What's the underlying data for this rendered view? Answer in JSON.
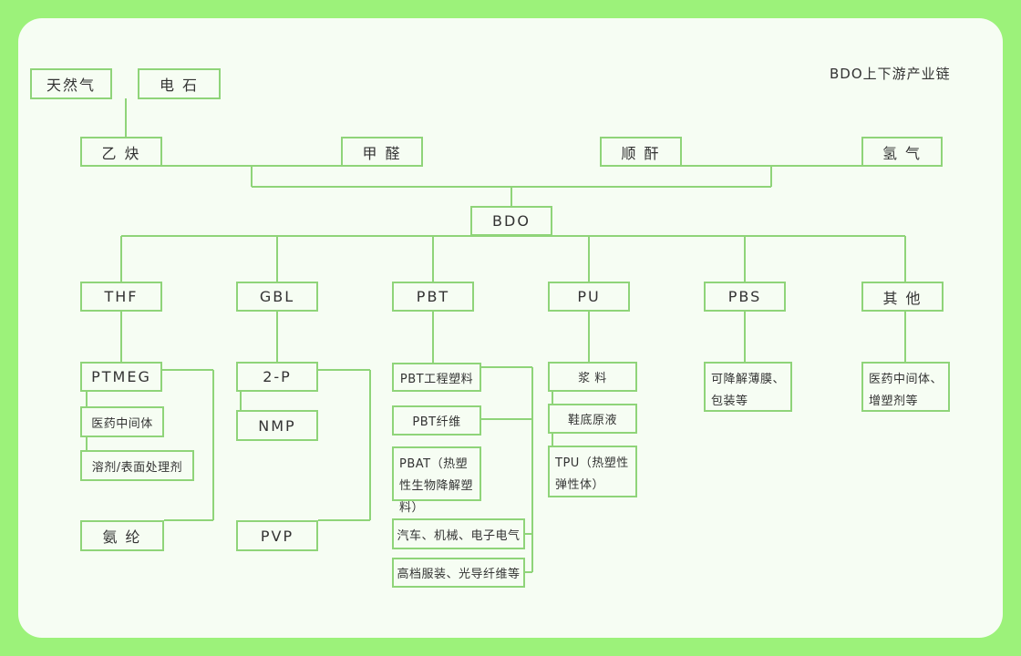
{
  "title": "BDO上下游产业链",
  "nodes": {
    "natural_gas": "天然气",
    "calcium_carbide": "电 石",
    "acetylene": "乙 炔",
    "formaldehyde": "甲 醛",
    "maleic_anhydride": "顺 酐",
    "hydrogen": "氢 气",
    "bdo": "BDO",
    "thf": "THF",
    "gbl": "GBL",
    "pbt": "PBT",
    "pu": "PU",
    "pbs": "PBS",
    "other": "其 他",
    "ptmeg": "PTMEG",
    "ptmeg_pharma": "医药中间体",
    "ptmeg_solvent": "溶剂/表面处理剂",
    "spandex": "氨 纶",
    "two_p": "2-P",
    "nmp": "NMP",
    "pvp": "PVP",
    "pbt_plastic": "PBT工程塑料",
    "pbt_fiber": "PBT纤维",
    "pbat": "PBAT（热塑性生物降解塑料）",
    "auto": "汽车、机械、电子电气",
    "apparel": "高档服装、光导纤维等",
    "slurry": "浆 料",
    "shoe_sole": "鞋底原液",
    "tpu": "TPU（热塑性弹性体）",
    "biodegradable_film": "可降解薄膜、包装等",
    "other_uses": "医药中间体、增塑剂等"
  },
  "colors": {
    "background": "#9cf27a",
    "panel": "#f6fdf3",
    "line": "#8fd479"
  }
}
